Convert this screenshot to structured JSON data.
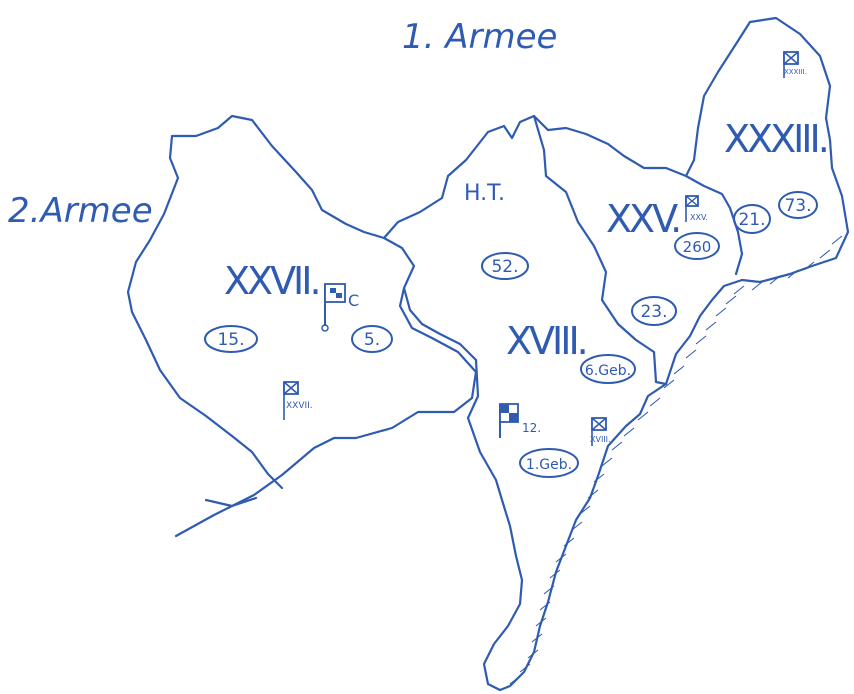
{
  "armies": {
    "army_1": "1. Armee",
    "army_2": "2.Armee"
  },
  "corps": {
    "xxvii": "XXVII.",
    "xviii": "XVIII.",
    "xxv": "XXV.",
    "xxxiii": "XXXIII."
  },
  "hq": {
    "label": "H.T."
  },
  "divisions": {
    "d15": "15.",
    "d5": "5.",
    "d52": "52.",
    "d23": "23.",
    "d6geb": "6.Geb.",
    "d1geb": "1.Geb.",
    "d260": "260",
    "d21": "21.",
    "d73": "73."
  },
  "flags": {
    "flag_c": "C",
    "flag_12": "12.",
    "flag_xxvii": "XXVII.",
    "flag_xxv": "XXV.",
    "flag_xviii": "XVIII.",
    "flag_xxxiii": "XXXIII."
  },
  "colors": {
    "ink": "#2f5bb0",
    "paper": "#ffffff"
  }
}
